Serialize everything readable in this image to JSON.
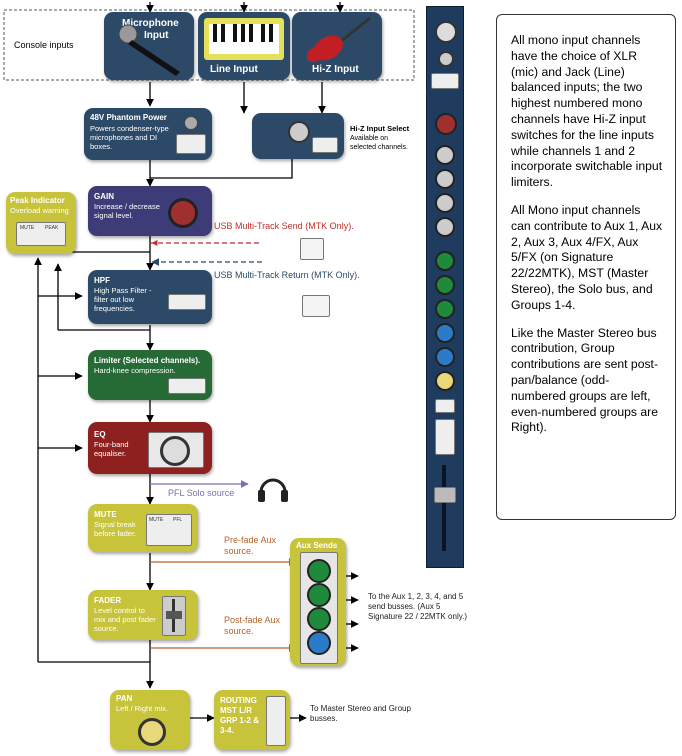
{
  "console_inputs_label": "Console inputs",
  "inputs": {
    "mic": {
      "title": "Microphone",
      "sub": "Input"
    },
    "line": {
      "title": "Line Input"
    },
    "hiz": {
      "title": "Hi-Z Input"
    }
  },
  "phantom": {
    "title": "48V Phantom Power",
    "text": "Powers condenser-type microphones and DI boxes."
  },
  "hiz_select": {
    "title": "Hi-Z Input Select",
    "text": "Available on selected channels."
  },
  "peak": {
    "title": "Peak Indicator",
    "text": "Overload warning",
    "mute": "MUTE",
    "peak": "PEAK"
  },
  "gain": {
    "title": "GAIN",
    "text": "Increase / decrease signal level."
  },
  "usb_send": "USB Multi-Track Send (MTK Only).",
  "usb_return": "USB Multi-Track Return (MTK Only).",
  "hpf": {
    "title": "HPF",
    "text": "High Pass Filter - filter out low frequencies."
  },
  "limiter": {
    "title": "Limiter (Selected channels).",
    "text": "Hard-knee compression."
  },
  "eq": {
    "title": "EQ",
    "text": "Four-band equaliser."
  },
  "pfl": "PFL Solo source",
  "mute": {
    "title": "MUTE",
    "text": "Signal break before fader.",
    "btn": "MUTE",
    "pfl": "PFL"
  },
  "prefade": "Pre-fade Aux source.",
  "postfade": "Post-fade Aux source.",
  "aux_sends": {
    "title": "Aux Sends",
    "note": "To the Aux 1, 2, 3, 4, and 5 send busses. (Aux 5 Signature 22 / 22MTK only.)"
  },
  "fader": {
    "title": "FADER",
    "text": "Level control to mix and post fader source."
  },
  "pan": {
    "title": "PAN",
    "text": "Left / Right mix."
  },
  "routing": {
    "title": "ROUTING MST L/R GRP 1-2 & 3-4.",
    "note": "To Master Stereo and Group busses."
  },
  "description": {
    "p1": "All mono input channels have the choice of XLR (mic) and Jack (Line) balanced inputs; the two highest numbered mono channels have Hi-Z input switches for the line inputs while channels 1 and 2 incorporate switchable input limiters.",
    "p2": "All Mono input channels can contribute to Aux 1, Aux 2, Aux 3, Aux 4/FX, Aux 5/FX (on Signature 22/22MTK), MST (Master Stereo), the Solo bus, and Groups 1-4.",
    "p3": "Like the Master Stereo bus contribution, Group contributions are sent post-pan/balance (odd-numbered groups are left, even-numbered groups are Right)."
  },
  "colors": {
    "blue": "#2c4a68",
    "purple": "#3e3c78",
    "green": "#266b36",
    "red": "#8e2020",
    "olive": "#c7c43c",
    "orange": "#b5622b",
    "usb_red": "#c0302a"
  }
}
